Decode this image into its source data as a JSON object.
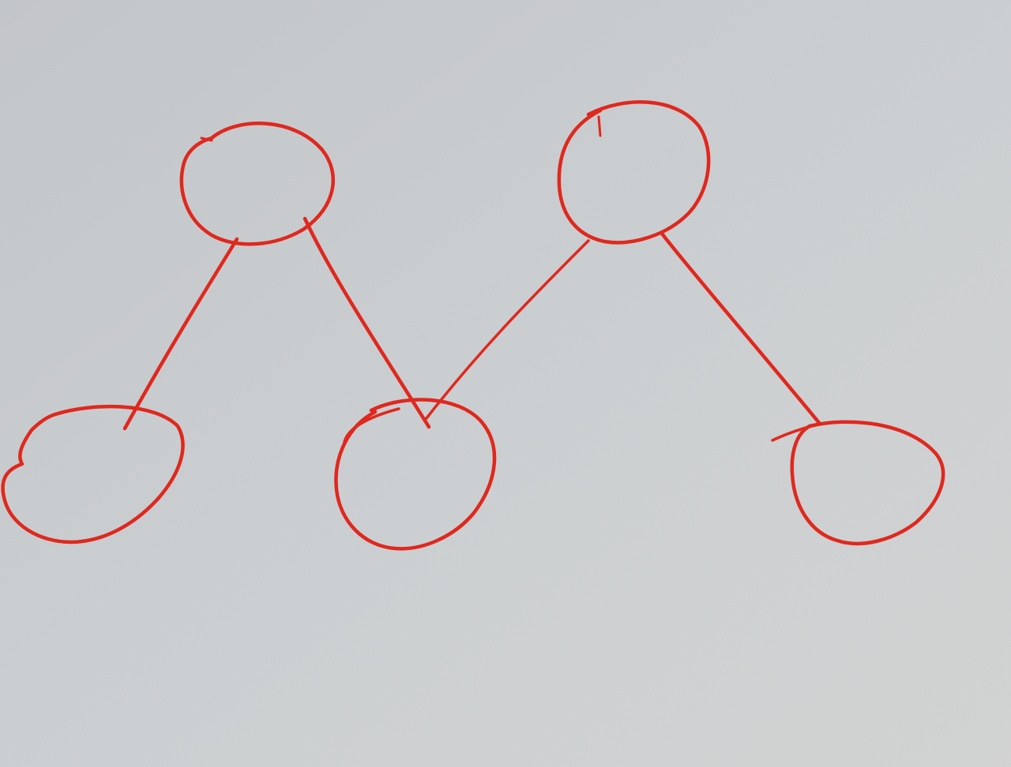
{
  "paper_color": "#c9ccce",
  "ink_color": "#e0281e",
  "diagram": {
    "type": "graph",
    "node_count": 5,
    "nodes": [
      {
        "id": "top-left",
        "label": ""
      },
      {
        "id": "top-right",
        "label": ""
      },
      {
        "id": "bottom-left",
        "label": ""
      },
      {
        "id": "bottom-middle",
        "label": ""
      },
      {
        "id": "bottom-right",
        "label": ""
      }
    ],
    "edges": [
      {
        "from": "top-left",
        "to": "bottom-left"
      },
      {
        "from": "top-left",
        "to": "bottom-middle"
      },
      {
        "from": "top-right",
        "to": "bottom-middle"
      },
      {
        "from": "top-right",
        "to": "bottom-right"
      }
    ]
  }
}
